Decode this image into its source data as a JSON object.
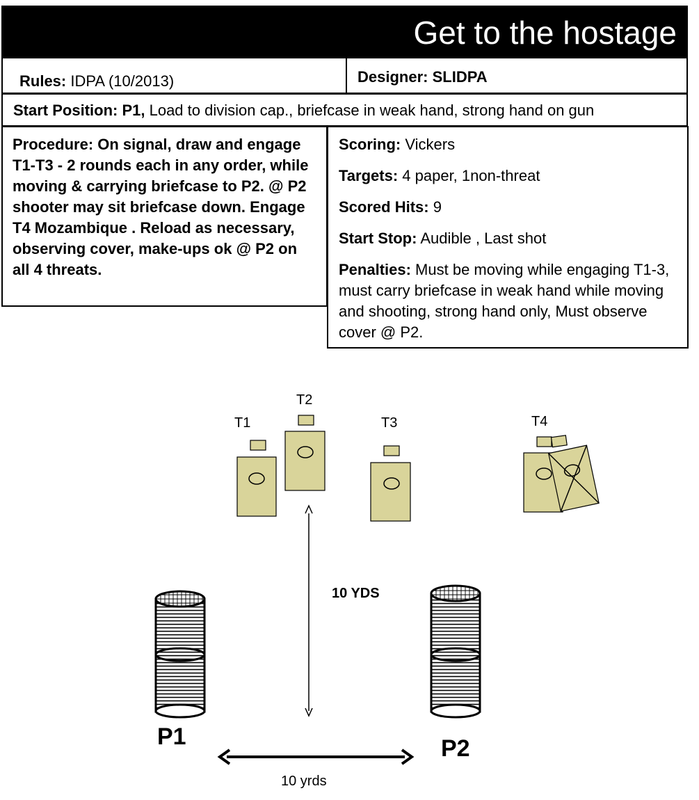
{
  "title": "Get to the hostage",
  "rules": {
    "label": "Rules:",
    "value": " IDPA (10/2013)"
  },
  "designer": {
    "label": "Designer:",
    "value": "  SLIDPA"
  },
  "start_position": {
    "label": "Start Position:",
    "position": " P1,",
    "value": " Load to division cap., briefcase in weak hand, strong hand on gun"
  },
  "procedure": "Procedure: On signal, draw and engage T1-T3  - 2 rounds each in any order, while moving  & carrying briefcase to P2. @ P2 shooter may sit briefcase down.  Engage T4 Mozambique .   Reload as necessary, observing cover, make-ups ok @ P2 on all 4 threats.",
  "scoring": {
    "scoring_label": "Scoring:",
    "scoring_value": " Vickers",
    "targets_label": "Targets:",
    "targets_value": " 4 paper, 1non-threat",
    "hits_label": "Scored Hits:",
    "hits_value": " 9",
    "startstop_label": "Start Stop:",
    "startstop_value": " Audible , Last shot",
    "penalties_label": "Penalties:",
    "penalties_value": " Must be moving  while engaging T1-3, must carry briefcase in weak hand while moving and shooting, strong hand only, Must observe cover @ P2."
  },
  "diagram": {
    "target_labels": [
      "T1",
      "T2",
      "T3",
      "T4"
    ],
    "distance_vertical": "10 YDS",
    "distance_horizontal": "10 yrds",
    "positions": [
      "P1",
      "P2"
    ],
    "target_color": "#D9D49A"
  }
}
